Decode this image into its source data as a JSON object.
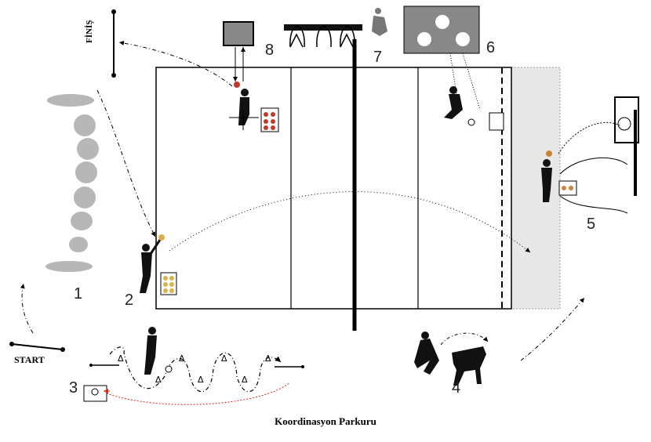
{
  "labels": {
    "start": "START",
    "finish": "FİNİŞ",
    "caption": "Koordinasyon Parkuru"
  },
  "stations": [
    {
      "number": "1"
    },
    {
      "number": "2"
    },
    {
      "number": "3"
    },
    {
      "number": "4"
    },
    {
      "number": "5"
    },
    {
      "number": "6"
    },
    {
      "number": "7"
    },
    {
      "number": "8"
    }
  ],
  "cones": {
    "symbol": "Δ"
  },
  "colors": {
    "court_line": "#000000",
    "shaded_zone": "#e8e8e8",
    "path_main": "#000000",
    "path_return": "#e0261b",
    "figure": "#111111",
    "ghost_figure": "#b7b7b7"
  },
  "icons": [
    "basketball-hoop-icon",
    "volleyball-net-icon",
    "wall-target-icon",
    "hurdle-icon",
    "vaulting-box-icon",
    "ball-basket-icon"
  ]
}
